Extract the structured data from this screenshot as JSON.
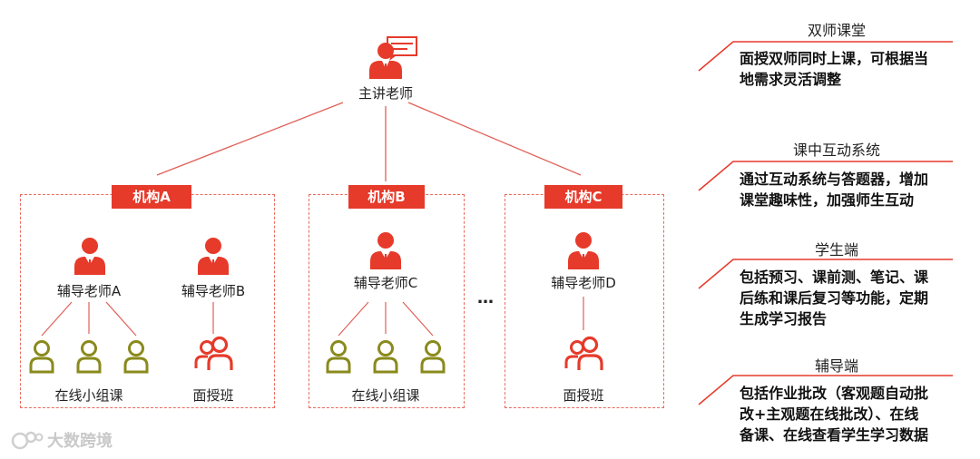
{
  "main_teacher": {
    "label": "主讲老师"
  },
  "orgs": [
    {
      "tag": "机构A",
      "tutors": [
        {
          "label": "辅导老师A",
          "class_label": "在线小组课",
          "class_type": "online-group"
        },
        {
          "label": "辅导老师B",
          "class_label": "面授班",
          "class_type": "offline"
        }
      ]
    },
    {
      "tag": "机构B",
      "tutors": [
        {
          "label": "辅导老师C",
          "class_label": "在线小组课",
          "class_type": "online-group"
        }
      ]
    },
    {
      "tag": "机构C",
      "tutors": [
        {
          "label": "辅导老师D",
          "class_label": "面授班",
          "class_type": "offline"
        }
      ]
    }
  ],
  "ellipsis": "…",
  "features": [
    {
      "title": "双师课堂",
      "desc": [
        "面授双师同时上课，可根据当",
        "地需求灵活调整"
      ]
    },
    {
      "title": "课中互动系统",
      "desc": [
        "通过互动系统与答题器，增加",
        "课堂趣味性，加强师生互动"
      ]
    },
    {
      "title": "学生端",
      "desc": [
        "包括预习、课前测、笔记、课",
        "后练和课后复习等功能，定期",
        "生成学习报告"
      ]
    },
    {
      "title": "辅导端",
      "desc": [
        "包括作业批改（客观题自动批",
        "改+主观题在线批改）、在线",
        "备课、在线查看学生学习数据"
      ]
    }
  ],
  "watermark": "大数跨境",
  "colors": {
    "accent": "#e63a2a",
    "student_icon": "#8a8a1e",
    "line": "#e06058"
  }
}
